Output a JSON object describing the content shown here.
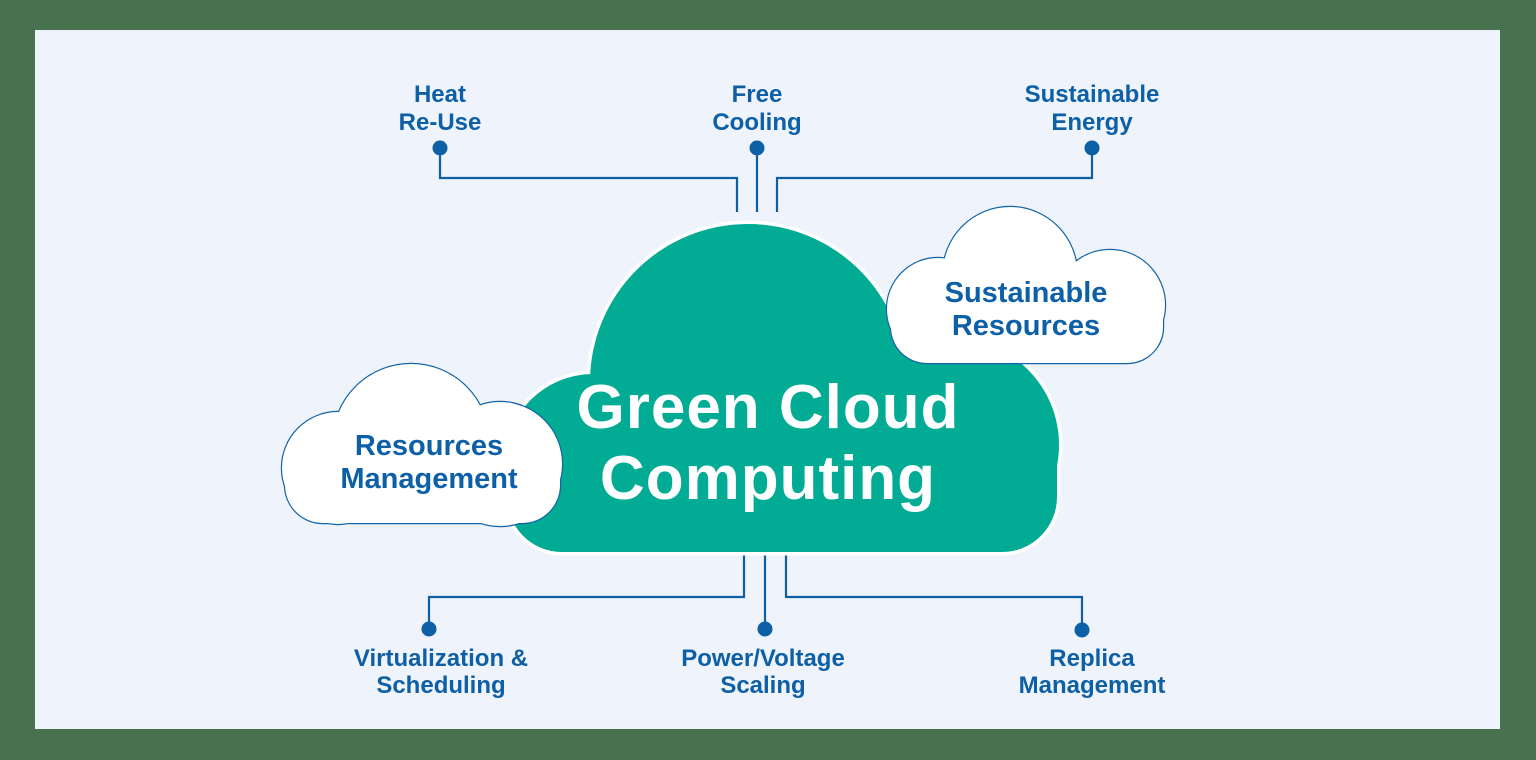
{
  "title": {
    "line1": "Green Cloud",
    "line2": "Computing"
  },
  "clouds": {
    "resources_management": {
      "line1": "Resources",
      "line2": "Management"
    },
    "sustainable_resources": {
      "line1": "Sustainable",
      "line2": "Resources"
    }
  },
  "top_labels": [
    {
      "id": "heat-re-use",
      "line1": "Heat",
      "line2": "Re-Use"
    },
    {
      "id": "free-cooling",
      "line1": "Free",
      "line2": "Cooling"
    },
    {
      "id": "sustainable-energy",
      "line1": "Sustainable",
      "line2": "Energy"
    }
  ],
  "bottom_labels": [
    {
      "id": "virtualization-scheduling",
      "line1": "Virtualization &",
      "line2": "Scheduling"
    },
    {
      "id": "power-voltage-scaling",
      "line1": "Power/Voltage",
      "line2": "Scaling"
    },
    {
      "id": "replica-management",
      "line1": "Replica",
      "line2": "Management"
    }
  ],
  "colors": {
    "frame": "#47714F",
    "background": "#EFF3FB",
    "main_cloud": "#01AB94",
    "accent_blue": "#0D5FA6",
    "cloud_outline_blue": "#1465A8",
    "title_text": "#FFFFFF"
  }
}
